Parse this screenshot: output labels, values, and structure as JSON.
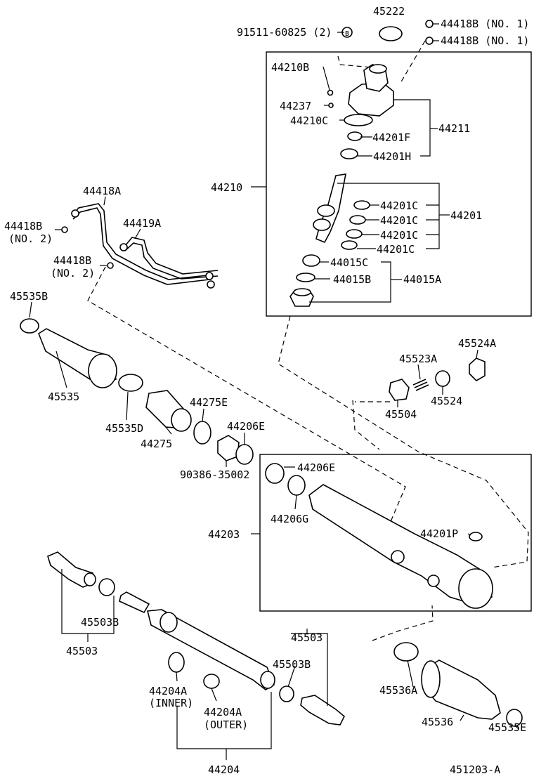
{
  "diagram": {
    "figure_code": "451203-A",
    "labels": {
      "p45222": "45222",
      "p91511": "91511-60825 (2)",
      "circle_b": "B",
      "p44418b_top1": "44418B (NO. 1)",
      "p44418b_top2": "44418B (NO. 1)",
      "p44210b": "44210B",
      "p44237": "44237",
      "p44210c": "44210C",
      "p44201f": "44201F",
      "p44201h": "44201H",
      "p44211": "44211",
      "p44210": "44210",
      "p44201c_1": "44201C",
      "p44201c_2": "44201C",
      "p44201c_3": "44201C",
      "p44201c_4": "44201C",
      "p44201": "44201",
      "p44015c": "44015C",
      "p44015b": "44015B",
      "p44015a": "44015A",
      "p44418a": "44418A",
      "p44418b_l1": "44418B",
      "p44418b_l1_sub": "(NO. 2)",
      "p44419a": "44419A",
      "p44418b_l2": "44418B",
      "p44418b_l2_sub": "(NO. 2)",
      "p45535b": "45535B",
      "p45535": "45535",
      "p45535d": "45535D",
      "p44275": "44275",
      "p44275e": "44275E",
      "p44206e_1": "44206E",
      "p90386": "90386-35002",
      "p45523a": "45523A",
      "p45524a": "45524A",
      "p45504": "45504",
      "p45524": "45524",
      "p44206e_2": "44206E",
      "p44206g": "44206G",
      "p44203": "44203",
      "p44201p": "44201P",
      "p45503b_l": "45503B",
      "p45503_l": "45503",
      "p45503_r": "45503",
      "p45503b_r": "45503B",
      "p44204a_inner": "44204A",
      "p44204a_inner_sub": "(INNER)",
      "p44204a_outer": "44204A",
      "p44204a_outer_sub": "(OUTER)",
      "p44204": "44204",
      "p45536a": "45536A",
      "p45536": "45536",
      "p45535e": "45535E"
    }
  }
}
